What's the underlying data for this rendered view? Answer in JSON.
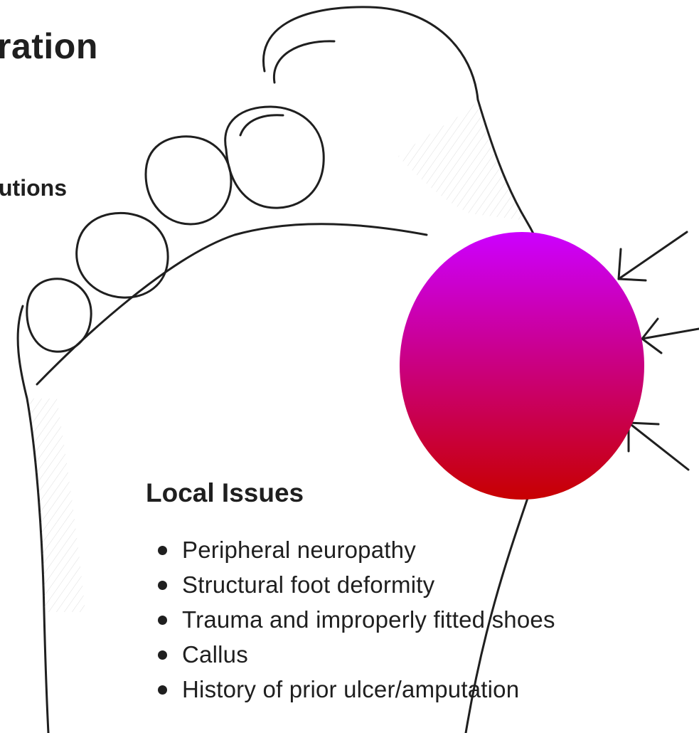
{
  "heading_fragment_1": "ration",
  "heading_fragment_2": "utions",
  "local_issues": {
    "title": "Local Issues",
    "items": [
      "Peripheral neuropathy",
      "Structural foot deformity",
      "Trauma and improperly fitted shoes",
      "Callus",
      "History of prior ulcer/amputation"
    ]
  },
  "colors": {
    "ink": "#1f1f1f",
    "marker_top": "#cc00ff",
    "marker_bottom": "#c80000"
  },
  "icons": [
    "foot-sole-illustration",
    "pressure-point-marker",
    "arrow-icon"
  ]
}
